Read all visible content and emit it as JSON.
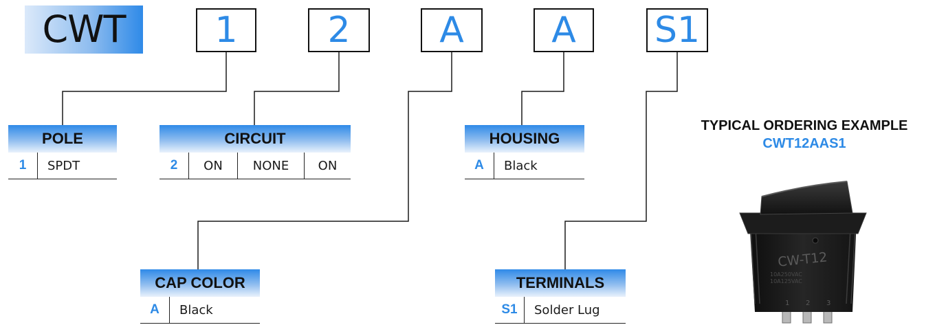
{
  "series": "CWT",
  "codes": [
    "1",
    "2",
    "A",
    "A",
    "S1"
  ],
  "pole": {
    "title": "POLE",
    "code": "1",
    "value": "SPDT"
  },
  "circuit": {
    "title": "CIRCUIT",
    "code": "2",
    "values": [
      "ON",
      "NONE",
      "ON"
    ]
  },
  "housing": {
    "title": "HOUSING",
    "code": "A",
    "value": "Black"
  },
  "cap_color": {
    "title": "CAP COLOR",
    "code": "A",
    "value": "Black"
  },
  "terminals": {
    "title": "TERMINALS",
    "code": "S1",
    "value": "Solder Lug"
  },
  "example": {
    "title": "TYPICAL ORDERING EXAMPLE",
    "code": "CWT12AAS1"
  },
  "switch_marking": {
    "model": "CW-T12",
    "ratings": [
      "10A250VAC",
      "10A125VAC"
    ],
    "terminals": [
      "1",
      "2",
      "3"
    ]
  },
  "colors": {
    "accent": "#2d8ae6",
    "ink": "#111111"
  }
}
